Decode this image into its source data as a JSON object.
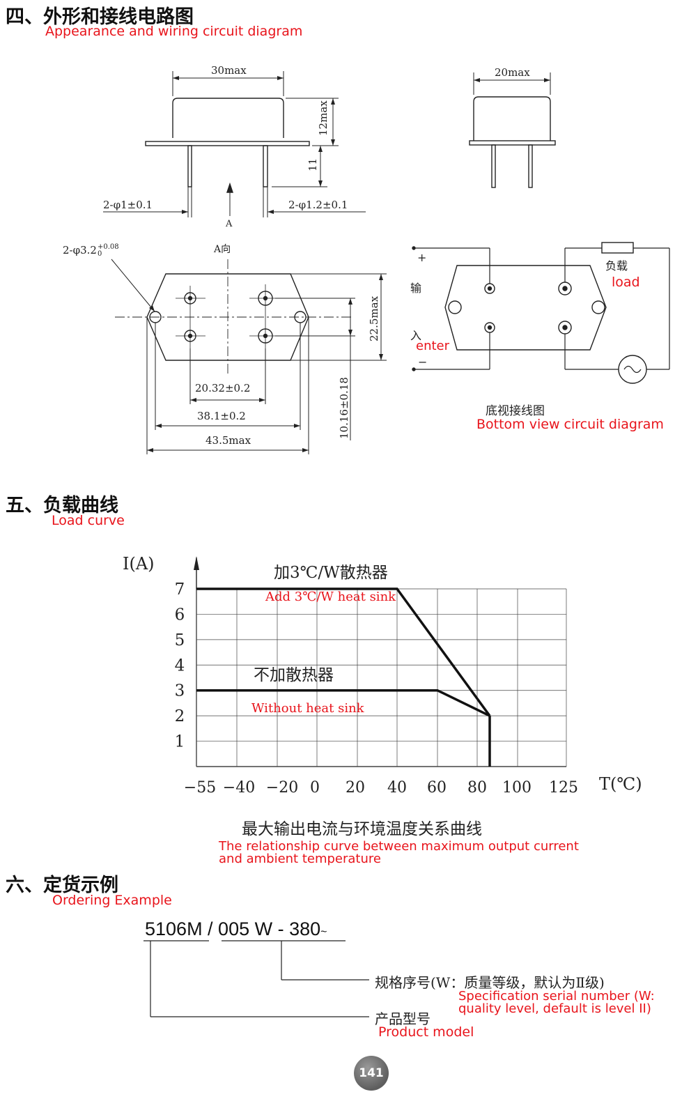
{
  "section4": {
    "title_zh": "四、外形和接线电路图",
    "title_en": "Appearance and wiring circuit diagram",
    "dims": {
      "front_width": "30max",
      "front_height": "12max",
      "pin_length": "11",
      "pin_dia_left": "2-φ1±0.1",
      "pin_dia_right": "2-φ1.2±0.1",
      "arrow_label": "A",
      "side_width": "20max",
      "hole_dia": "2-φ3.2",
      "hole_tol_upper": "+0.08",
      "hole_tol_lower": "0",
      "view_label": "A向",
      "pin_spacing": "20.32±0.2",
      "hole_spacing": "38.1±0.2",
      "body_width": "43.5max",
      "body_height": "22.5max",
      "row_spacing": "10.16±0.18"
    },
    "circuit": {
      "plus": "+",
      "minus": "−",
      "input_zh_1": "输",
      "input_zh_2": "入",
      "input_en": "enter",
      "load_zh": "负载",
      "load_en": "load",
      "caption_zh": "底视接线图",
      "caption_en": "Bottom view circuit diagram"
    }
  },
  "section5": {
    "title_zh": "五、负载曲线",
    "title_en": "Load curve",
    "caption_zh": "最大输出电流与环境温度关系曲线",
    "caption_en_1": "The relationship curve between maximum output current",
    "caption_en_2": "and ambient temperature"
  },
  "chart_data": {
    "type": "line",
    "ylabel": "I(A)",
    "xlabel": "T(℃)",
    "x_tick_labels": [
      "−55",
      "−40",
      "−20",
      "0",
      "20",
      "40",
      "60",
      "80",
      "100",
      "125"
    ],
    "y_tick_labels": [
      "1",
      "2",
      "3",
      "4",
      "5",
      "6",
      "7"
    ],
    "ylim": [
      0,
      7
    ],
    "grid": true,
    "series": [
      {
        "name_zh": "加3℃/W散热器",
        "name": "Add 3℃/W heat sink",
        "x": [
          "−55",
          "40",
          "85"
        ],
        "y": [
          7,
          7,
          2
        ]
      },
      {
        "name_zh": "不加散热器",
        "name": "Without heat sink",
        "x": [
          "−55",
          "60",
          "85"
        ],
        "y": [
          3,
          3,
          2
        ]
      }
    ],
    "cutoff": {
      "x": "85",
      "y_from": 2,
      "y_to": 0
    }
  },
  "section6": {
    "title_zh": "六、定货示例",
    "title_en": "Ordering Example",
    "code": "5106M / 005 W - 380",
    "code_tilde": "~",
    "spec_zh": "规格序号(W：质量等级，默认为Ⅱ级)",
    "spec_en_1": "Specification serial number (W:",
    "spec_en_2": "quality level, default is level II)",
    "model_zh": "产品型号",
    "model_en": "Product model"
  },
  "page_number": "141"
}
